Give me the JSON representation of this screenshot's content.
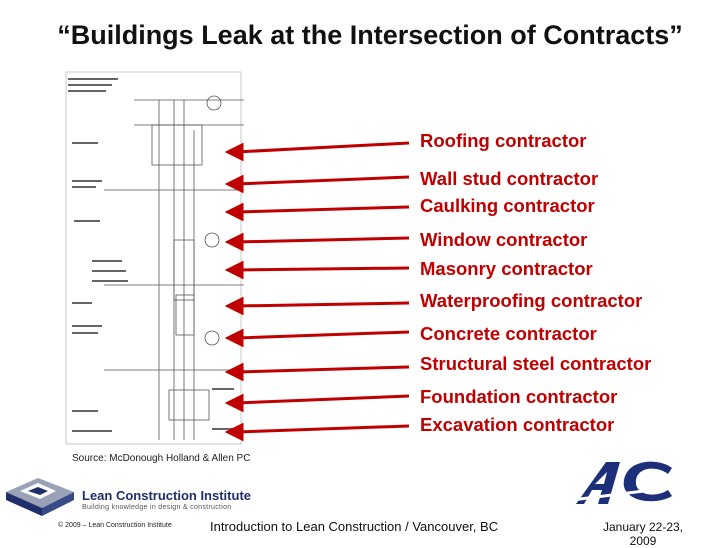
{
  "slide": {
    "title": "“Buildings Leak at the Intersection of Contracts”",
    "contractors": [
      "Roofing contractor",
      "Wall stud contractor",
      "Caulking contractor",
      "Window contractor",
      "Masonry contractor",
      "Waterproofing contractor",
      "Concrete contractor",
      "Structural steel contractor",
      "Foundation contractor",
      "Excavation contractor"
    ],
    "source": "Source: McDonough Holland & Allen PC",
    "logo_left": {
      "name": "Lean Construction Institute",
      "tagline": "Building knowledge in design & construction",
      "icon": "lci-cube-logo"
    },
    "logo_right": {
      "text": "AC",
      "icon": "ac-logo"
    },
    "footer": {
      "copyright": "© 2009 – Lean Construction Institute",
      "center": "Introduction to Lean Construction / Vancouver, BC",
      "date": "January 22-23, 2009"
    },
    "colors": {
      "arrow": "#c00000",
      "label": "#c00000",
      "lci_blue": "#1f2f6b",
      "ac_blue": "#1e2f7a"
    }
  }
}
